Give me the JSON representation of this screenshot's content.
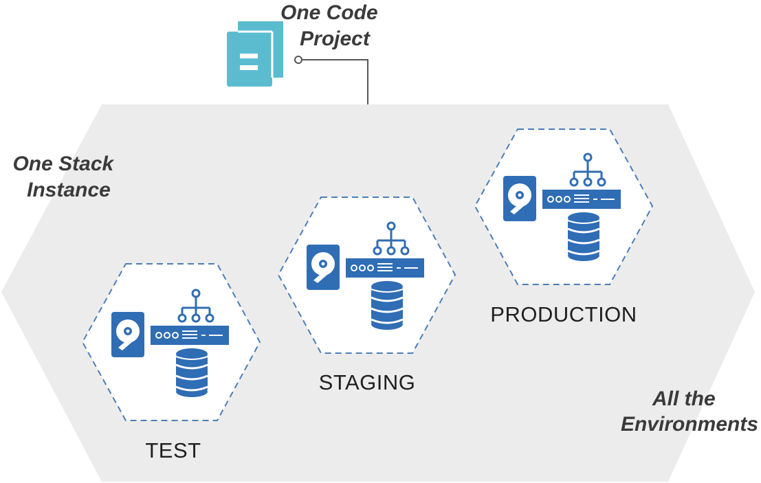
{
  "project": {
    "label_line1": "One Code",
    "label_line2": "Project",
    "icon": "copy-documents-icon"
  },
  "stack": {
    "label_line1": "One Stack",
    "label_line2": "Instance"
  },
  "environments_caption": {
    "line1": "All the",
    "line2": "Environments"
  },
  "environments": [
    {
      "label": "TEST"
    },
    {
      "label": "STAGING"
    },
    {
      "label": "PRODUCTION"
    }
  ],
  "env_icons": [
    "hard-drive-icon",
    "network-hierarchy-icon",
    "server-rack-icon",
    "database-icon"
  ],
  "colors": {
    "outer_hexagon": "#ececec",
    "env_hexagon_fill": "#ffffff",
    "env_hexagon_stroke": "#4a7db8",
    "icon_blue": "#2f6db5",
    "project_icon": "#5bbcd0",
    "connector": "#555555"
  }
}
